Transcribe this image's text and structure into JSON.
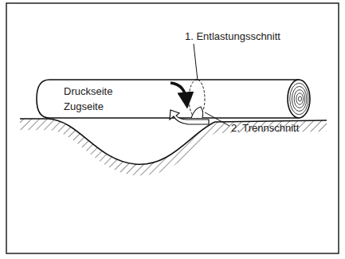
{
  "diagram": {
    "labels": [
      "1. Entlastungsschnitt",
      "Druckseite",
      "Zugseite",
      "2. Trennschnitt"
    ]
  }
}
